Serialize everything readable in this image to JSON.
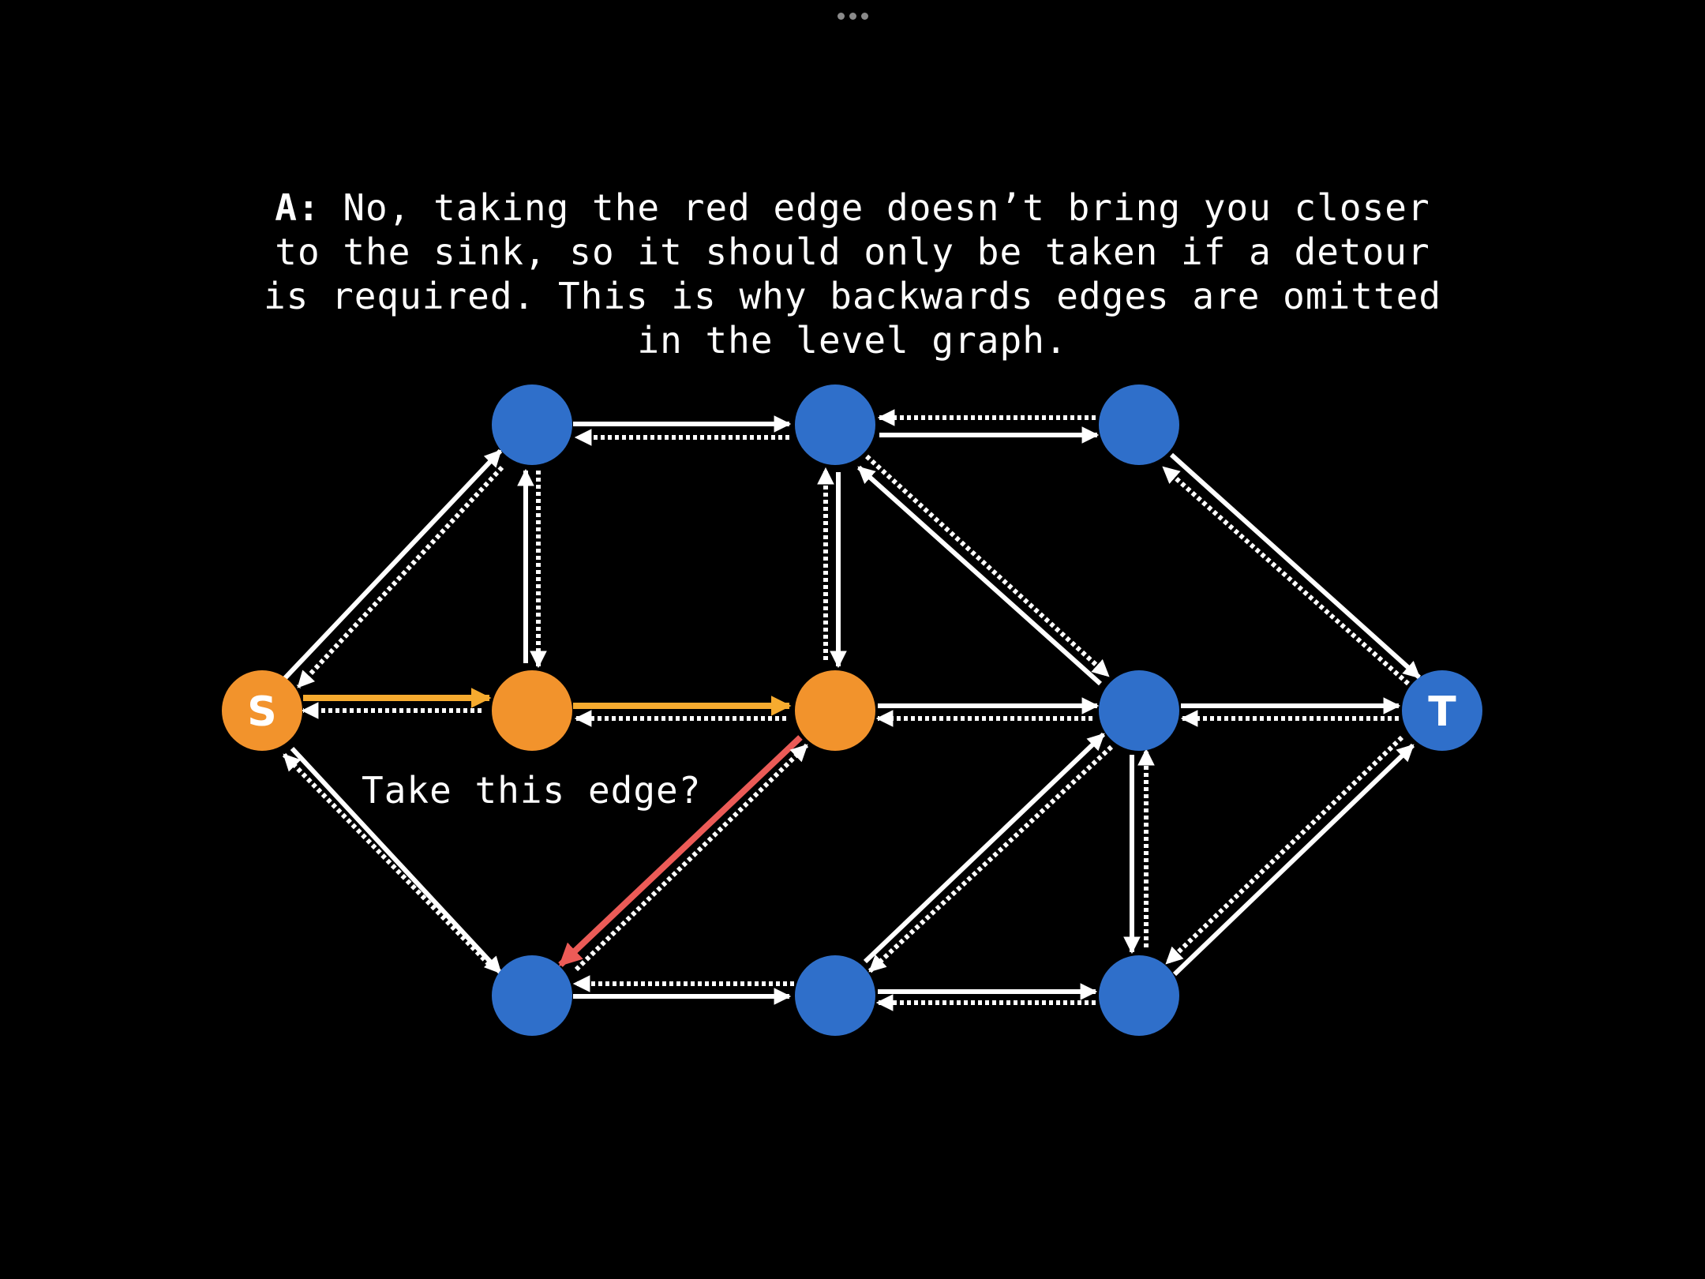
{
  "colors": {
    "background": "#000000",
    "node_default": "#2f6fca",
    "node_visited": "#f2932c",
    "edge_normal": "#ffffff",
    "edge_path": "#f6ab2f",
    "edge_highlight": "#ec5b57"
  },
  "toolbar": {
    "more_icon": "more-dots-icon"
  },
  "answer": {
    "prefix": "A:",
    "line1": " No, taking the red edge doesn’t bring you closer",
    "line2": "to the sink, so it should only be taken if a detour",
    "line3": "is required. This is why backwards edges are omitted",
    "line4": "in the level graph."
  },
  "graph": {
    "caption": "Take this edge?",
    "source_label": "S",
    "sink_label": "T"
  }
}
